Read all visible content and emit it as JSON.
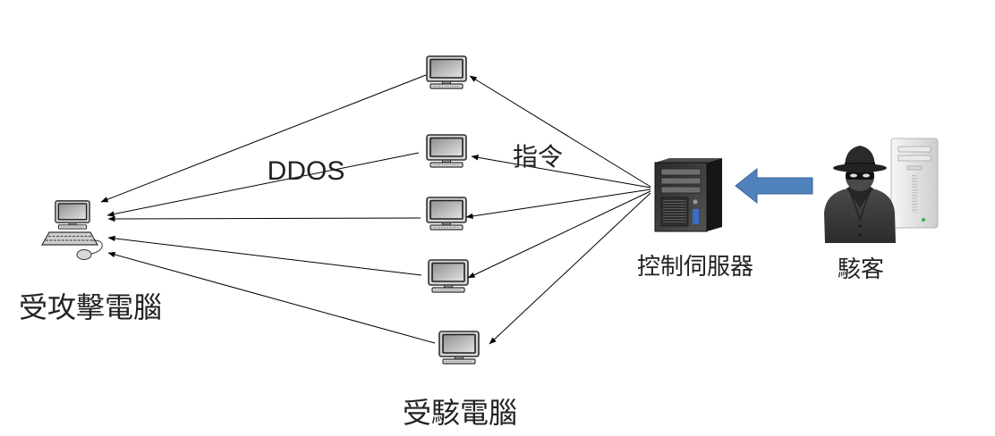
{
  "labels": {
    "ddos": "DDOS",
    "command": "指令",
    "victim": "受攻擊電腦",
    "zombies": "受駭電腦",
    "control_server": "控制伺服器",
    "hacker": "駭客"
  },
  "icons": {
    "victim": "desktop-computer-icon",
    "zombie": "monitor-icon",
    "control_server": "server-tower-icon",
    "hacker": "hacker-icon",
    "hacker_pc": "pc-tower-icon",
    "flow_arrow": "arrow-left-icon"
  },
  "colors": {
    "line": "#000000",
    "flow_arrow": "#4F81BD",
    "text": "#222222"
  }
}
